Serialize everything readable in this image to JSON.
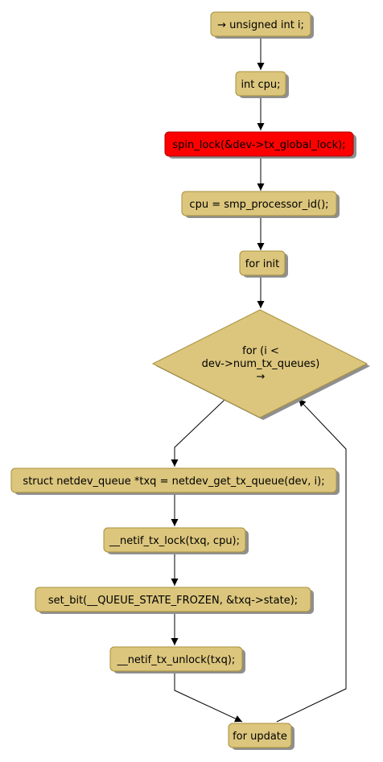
{
  "colors": {
    "node_fill": "#dcc67d",
    "node_stroke": "#a8903a",
    "highlight_fill": "#ff0000",
    "highlight_stroke": "#b00000",
    "shadow": "#8f8f8f",
    "edge": "#000000"
  },
  "nodes": {
    "start": "→ unsigned int i;",
    "int_cpu": "int cpu;",
    "spin_lock": "spin_lock(&dev->tx_global_lock);",
    "cpu_assign": "cpu = smp_processor_id();",
    "for_init": "for init",
    "loop_cond_line1": "for (i <",
    "loop_cond_line2": "dev->num_tx_queues)",
    "loop_cond_line3": "→",
    "txq_decl": "struct netdev_queue *txq = netdev_get_tx_queue(dev, i);",
    "tx_lock": "__netif_tx_lock(txq, cpu);",
    "set_bit": "set_bit(__QUEUE_STATE_FROZEN, &txq->state);",
    "tx_unlock": "__netif_tx_unlock(txq);",
    "for_update": "for update"
  }
}
